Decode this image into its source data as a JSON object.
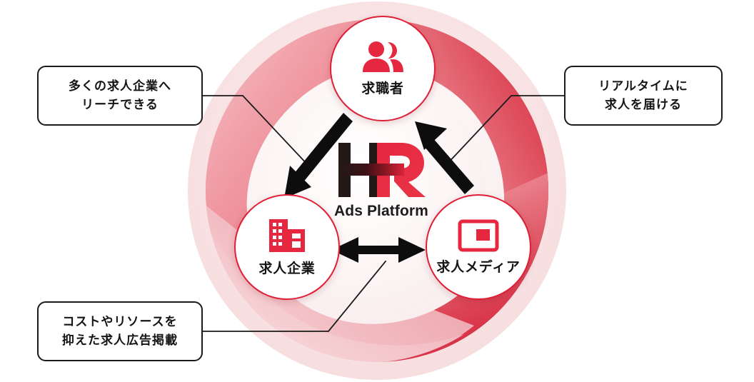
{
  "diagram": {
    "title": "HR Ads Platform",
    "colors": {
      "accent_red": "#e01f36",
      "deep_red": "#d82038",
      "mid_pink": "#ee7d88",
      "pale_pink": "#f7dcdc",
      "outline_black": "#1a1a1a",
      "logo_dark": "#231815",
      "background": "#ffffff"
    },
    "center": {
      "logo_h": "H",
      "logo_r": "R",
      "subtitle": "Ads Platform"
    },
    "nodes": [
      {
        "id": "seeker",
        "label": "求職者",
        "icon": "users-icon"
      },
      {
        "id": "company",
        "label": "求人企業",
        "icon": "building-icon"
      },
      {
        "id": "media",
        "label": "求人メディア",
        "icon": "media-frame-icon"
      }
    ],
    "callouts": [
      {
        "id": "reach",
        "line1": "多くの求人企業へ",
        "line2": "リーチできる",
        "anchor": "company"
      },
      {
        "id": "realtime",
        "line1": "リアルタイムに",
        "line2": "求人を届ける",
        "anchor": "seeker"
      },
      {
        "id": "cost",
        "line1": "コストやリソースを",
        "line2": "抑えた求人広告掲載",
        "anchor": "media"
      }
    ],
    "arrows": [
      {
        "id": "seeker-to-company",
        "from": "求職者",
        "to": "求人企業",
        "style": "single-head"
      },
      {
        "id": "media-to-seeker",
        "from": "求人メディア",
        "to": "求職者",
        "style": "single-head"
      },
      {
        "id": "company-media",
        "from": "求人企業",
        "to": "求人メディア",
        "style": "double-head"
      }
    ]
  }
}
